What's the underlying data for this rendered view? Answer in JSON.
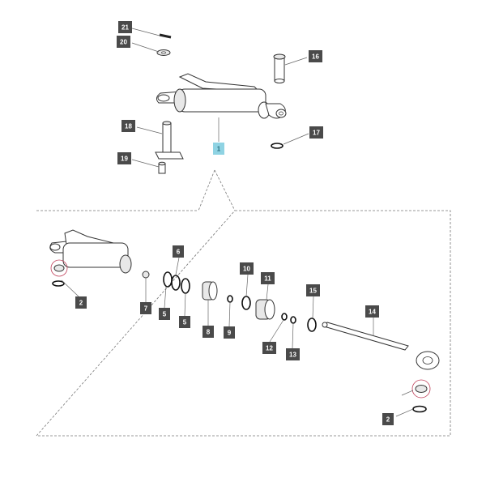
{
  "diagram": {
    "callouts": [
      {
        "id": "c21",
        "label": "21"
      },
      {
        "id": "c20",
        "label": "20"
      },
      {
        "id": "c16",
        "label": "16"
      },
      {
        "id": "c18",
        "label": "18"
      },
      {
        "id": "c1",
        "label": "1"
      },
      {
        "id": "c17",
        "label": "17"
      },
      {
        "id": "c19",
        "label": "19"
      },
      {
        "id": "c6",
        "label": "6"
      },
      {
        "id": "c10",
        "label": "10"
      },
      {
        "id": "c11",
        "label": "11"
      },
      {
        "id": "c15",
        "label": "15"
      },
      {
        "id": "c14",
        "label": "14"
      },
      {
        "id": "c2a",
        "label": "2"
      },
      {
        "id": "c7",
        "label": "7"
      },
      {
        "id": "c5a",
        "label": "5"
      },
      {
        "id": "c5b",
        "label": "5"
      },
      {
        "id": "c8",
        "label": "8"
      },
      {
        "id": "c9",
        "label": "9"
      },
      {
        "id": "c12",
        "label": "12"
      },
      {
        "id": "c13",
        "label": "13"
      },
      {
        "id": "c2b",
        "label": "2"
      }
    ],
    "colors": {
      "callout_fill": "#4a4a4a",
      "callout_highlight": "#8fd3e3",
      "seal_marker": "#c0405a"
    }
  }
}
